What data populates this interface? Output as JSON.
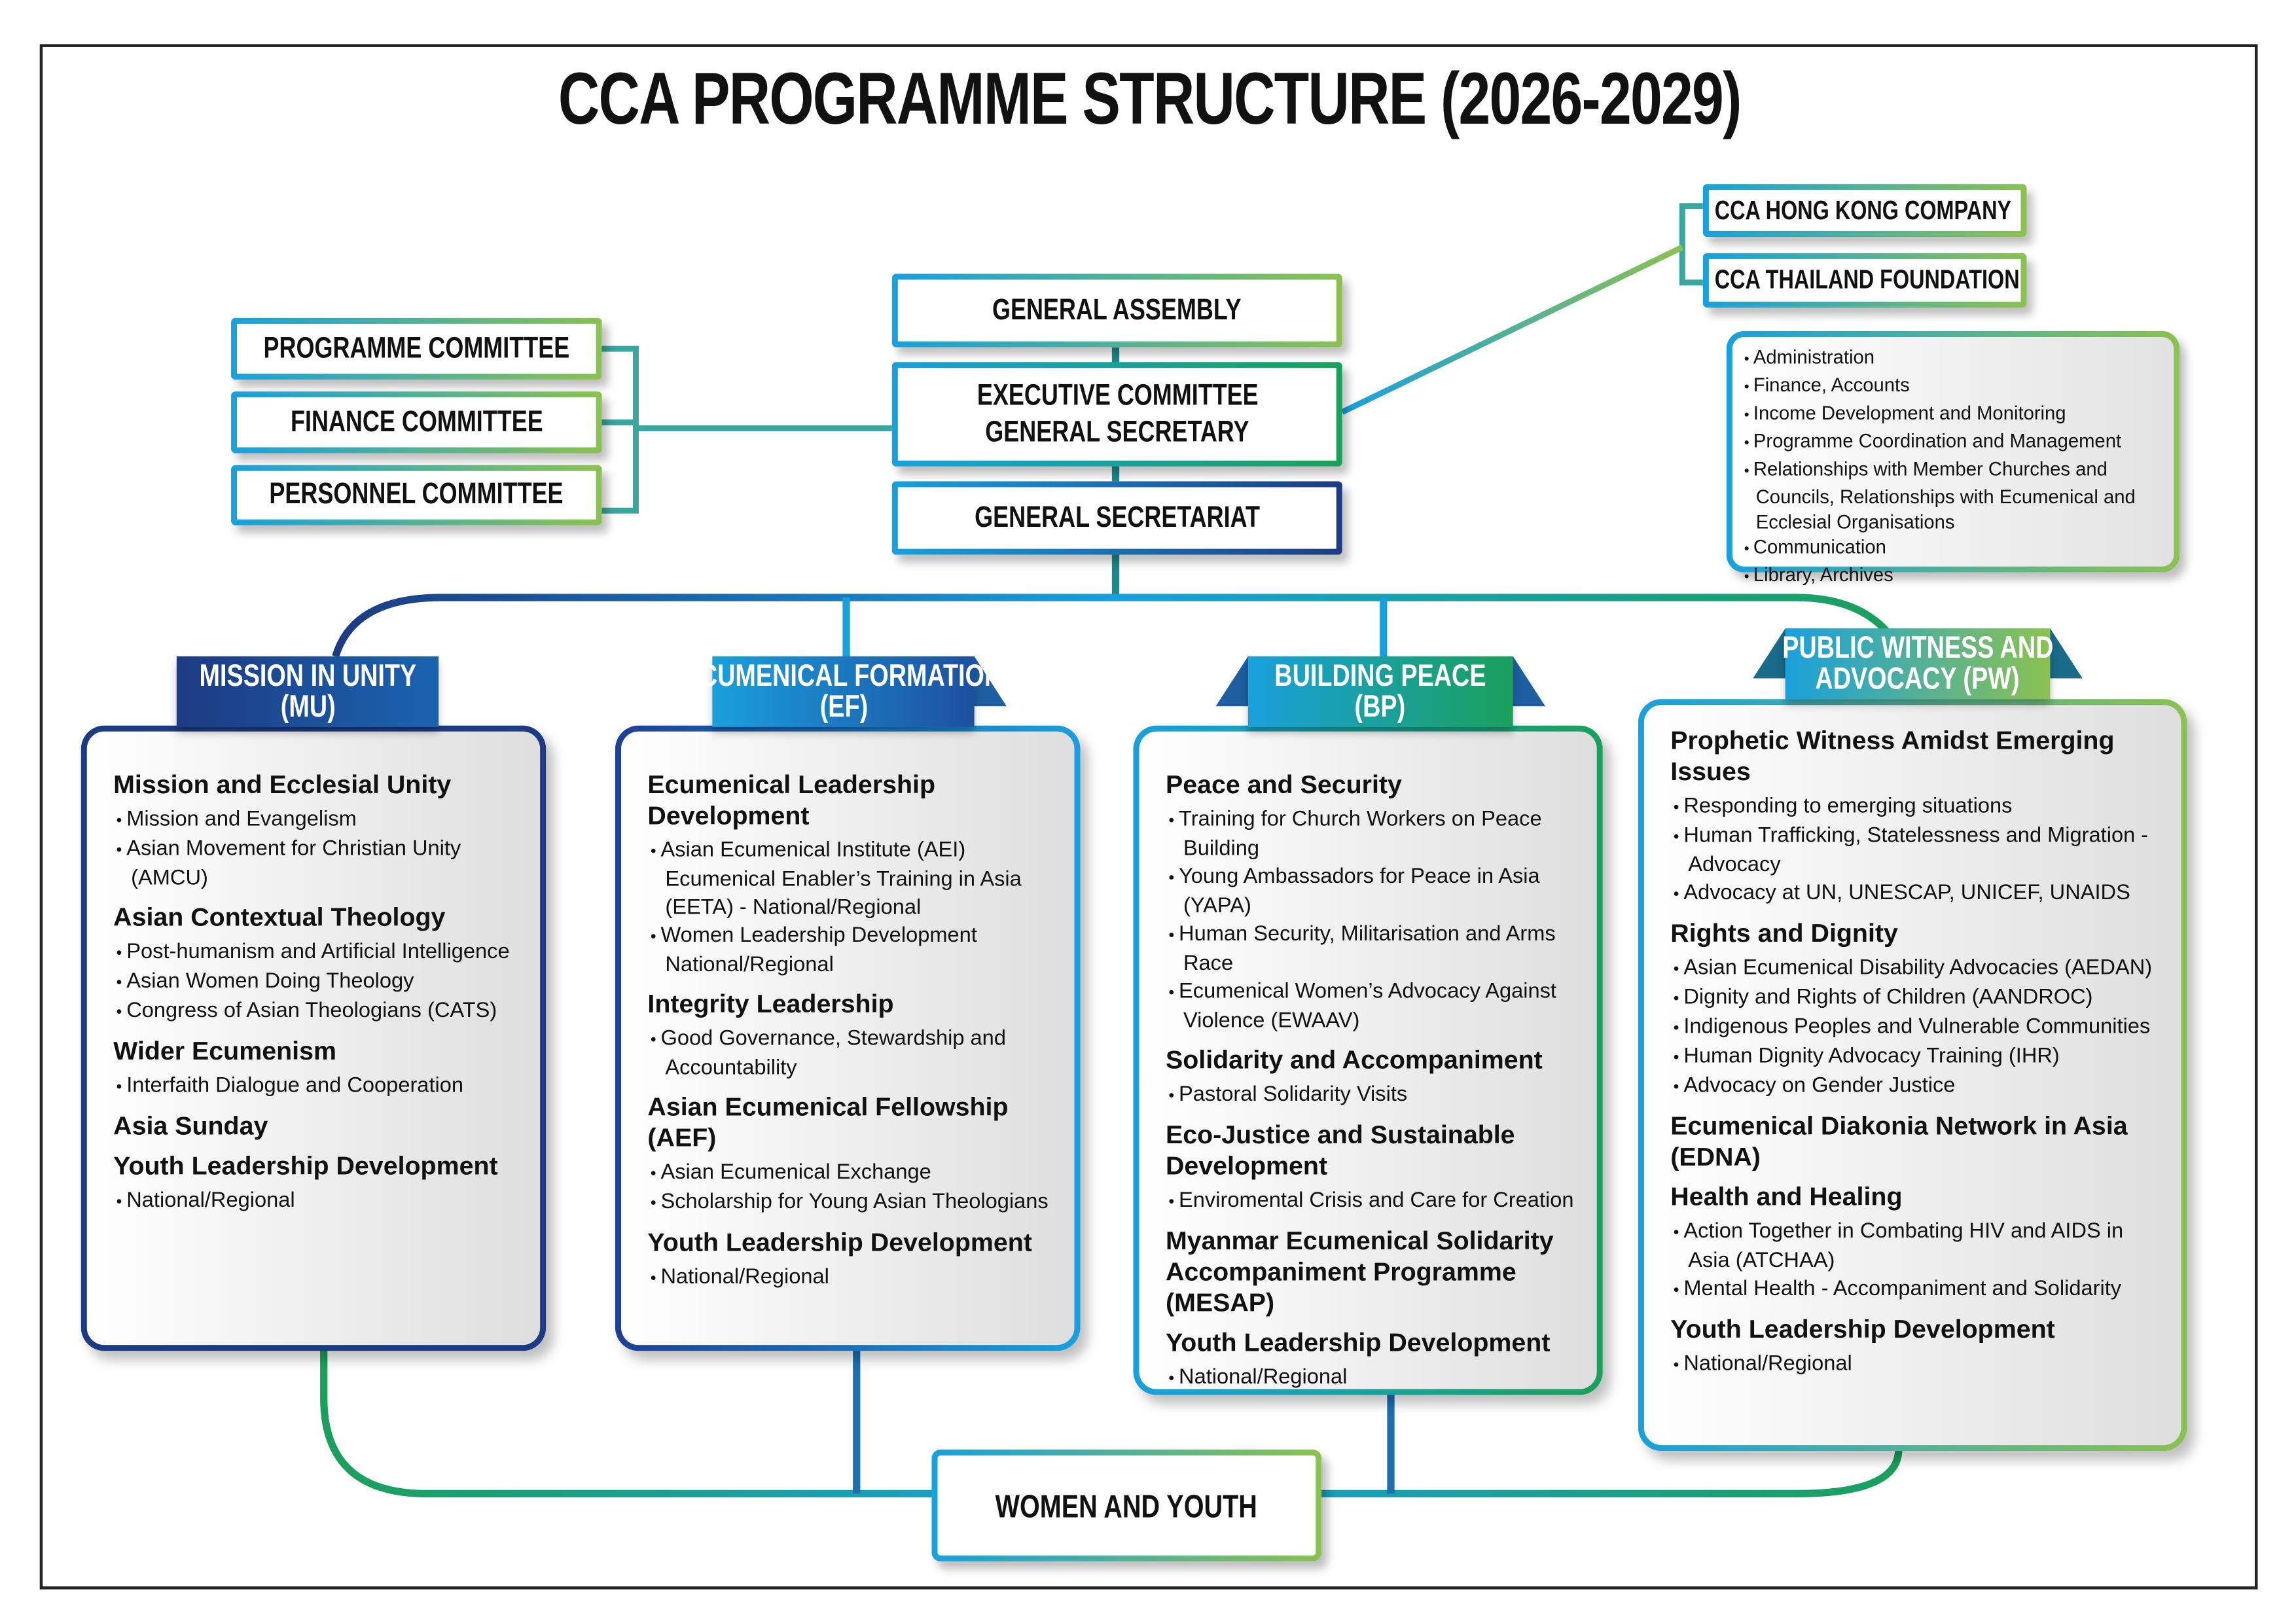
{
  "title": "CCA PROGRAMME STRUCTURE (2026-2029)",
  "governance": {
    "general_assembly": "GENERAL ASSEMBLY",
    "executive_committee": "EXECUTIVE COMMITTEE",
    "general_secretary": "GENERAL SECRETARY",
    "general_secretariat": "GENERAL SECRETARIAT"
  },
  "committees": [
    "PROGRAMME COMMITTEE",
    "FINANCE COMMITTEE",
    "PERSONNEL COMMITTEE"
  ],
  "entities": [
    "CCA HONG KONG COMPANY",
    "CCA THAILAND FOUNDATION"
  ],
  "secretariat_functions": [
    "Administration",
    "Finance, Accounts",
    "Income Development and Monitoring",
    "Programme Coordination and Management",
    "Relationships with Member Churches and Councils, Relationships with Ecumenical and Ecclesial Organisations",
    "Communication",
    "Library, Archives"
  ],
  "colors": {
    "navy": "#1d3b82",
    "blue": "#1e4fa0",
    "cyan": "#19a0dc",
    "green": "#1aa05a",
    "lime": "#8cc152"
  },
  "programmes": [
    {
      "tab_line1": "MISSION IN UNITY",
      "tab_line2": "(MU)",
      "sections": [
        {
          "heading": "Mission and Ecclesial Unity",
          "items": [
            "Mission and Evangelism",
            "Asian Movement for Christian Unity (AMCU)"
          ]
        },
        {
          "heading": "Asian Contextual Theology",
          "items": [
            "Post-humanism and Artificial Intelligence",
            "Asian Women Doing Theology",
            "Congress of Asian Theologians (CATS)"
          ]
        },
        {
          "heading": "Wider Ecumenism",
          "items": [
            "Interfaith Dialogue and Cooperation"
          ]
        },
        {
          "heading": "Asia Sunday",
          "items": []
        },
        {
          "heading": "Youth Leadership Development",
          "items": [
            "National/Regional"
          ]
        }
      ]
    },
    {
      "tab_line1": "ECUMENICAL FORMATION",
      "tab_line2": "(EF)",
      "sections": [
        {
          "heading": "Ecumenical Leadership Development",
          "items": [
            "Asian Ecumenical Institute (AEI) Ecumenical Enabler’s Training in Asia (EETA) - National/Regional",
            "Women Leadership Development National/Regional"
          ]
        },
        {
          "heading": "Integrity Leadership",
          "items": [
            "Good Governance, Stewardship and Accountability"
          ]
        },
        {
          "heading": "Asian Ecumenical Fellowship (AEF)",
          "items": [
            "Asian Ecumenical Exchange",
            "Scholarship for Young Asian Theologians"
          ]
        },
        {
          "heading": "Youth Leadership Development",
          "items": [
            "National/Regional"
          ]
        }
      ]
    },
    {
      "tab_line1": "BUILDING PEACE",
      "tab_line2": "(BP)",
      "sections": [
        {
          "heading": "Peace and Security",
          "items": [
            "Training for Church Workers on Peace Building",
            "Young Ambassadors for Peace in Asia (YAPA)",
            "Human Security, Militarisation and Arms Race",
            "Ecumenical Women’s Advocacy Against Violence (EWAAV)"
          ]
        },
        {
          "heading": "Solidarity and Accompaniment",
          "items": [
            "Pastoral Solidarity Visits"
          ]
        },
        {
          "heading": "Eco-Justice and Sustainable Development",
          "items": [
            "Enviromental Crisis and Care for Creation"
          ]
        },
        {
          "heading": "Myanmar Ecumenical Solidarity Accompaniment Programme (MESAP)",
          "items": []
        },
        {
          "heading": "Youth Leadership Development",
          "items": [
            "National/Regional"
          ]
        }
      ]
    },
    {
      "tab_line1": "PUBLIC WITNESS AND",
      "tab_line2": "ADVOCACY (PW)",
      "sections": [
        {
          "heading": "Prophetic Witness Amidst Emerging Issues",
          "items": [
            "Responding to emerging situations",
            "Human Trafficking, Statelessness and Migration - Advocacy",
            "Advocacy at UN, UNESCAP, UNICEF, UNAIDS"
          ]
        },
        {
          "heading": "Rights and Dignity",
          "items": [
            "Asian Ecumenical Disability Advocacies (AEDAN)",
            "Dignity and Rights of Children (AANDROC)",
            "Indigenous Peoples and Vulnerable Communities",
            "Human Dignity Advocacy Training (IHR)",
            "Advocacy on Gender Justice"
          ]
        },
        {
          "heading": "Ecumenical Diakonia Network in Asia (EDNA)",
          "items": []
        },
        {
          "heading": "Health and Healing",
          "items": [
            "Action Together in Combating HIV and AIDS in Asia (ATCHAA)",
            "Mental Health - Accompaniment and Solidarity"
          ]
        },
        {
          "heading": "Youth Leadership Development",
          "items": [
            "National/Regional"
          ]
        }
      ]
    }
  ],
  "women_and_youth": "WOMEN AND YOUTH"
}
